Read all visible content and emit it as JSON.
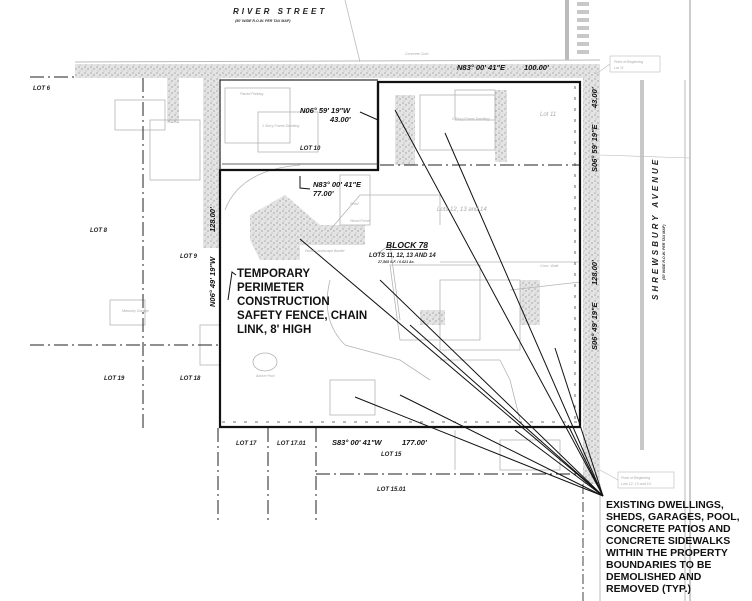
{
  "streets": {
    "river": {
      "name": "RIVER STREET",
      "sub": "(50' WIDE R.O.W. PER TAX MAP)"
    },
    "shrewsbury": {
      "name": "SHREWSBURY AVENUE",
      "sub": "(50' WIDE R.O.W. PER TAX MAP)"
    }
  },
  "lots": {
    "lot6": "LOT 6",
    "lot8": "LOT 8",
    "lot9": "LOT 9",
    "lot10": "LOT 10",
    "lot11": "Lot 11",
    "lot19": "LOT 19",
    "lot18": "LOT 18",
    "lot17": "LOT 17",
    "lot1701": "LOT 17.01",
    "lot15": "LOT 15",
    "lot1501": "LOT 15.01",
    "lots121314": "Lots 12, 13 and 14"
  },
  "bearings": {
    "north_top": {
      "bearing": "N83° 00' 41\"E",
      "distance": "100.00'"
    },
    "lot10_side": {
      "bearing": "N06° 59' 19\"W",
      "distance": "43.00'"
    },
    "lot10_bottom": {
      "bearing": "N83° 00' 41\"E",
      "distance": "77.00'"
    },
    "east_upper": {
      "bearing": "S06° 59' 19\"E",
      "distance": "43.00'"
    },
    "west": {
      "bearing": "N06° 49' 19\"W",
      "distance": "128.00'"
    },
    "east_lower": {
      "bearing": "S06° 49' 19\"E",
      "distance": "128.00'"
    },
    "south": {
      "bearing": "S83° 00' 41\"W",
      "distance": "177.00'"
    }
  },
  "block": {
    "title": "BLOCK 78",
    "lots": "LOTS 11, 12, 13 AND 14",
    "area": "27,565 S.F. / 0.621 Ac."
  },
  "points_of_beginning": {
    "lot11": [
      "Point of Beginning",
      "Lot 11"
    ],
    "lots121314": [
      "Point of Beginning",
      "Lots 12, 13 and 14"
    ]
  },
  "features": {
    "concrete_curb": "Concrete Curb",
    "paved_parking": "Paved Parking",
    "frame_dwelling_2": "2 Story Frame Dwelling",
    "frame_dwelling_1": "1 Story Frame Dwelling",
    "wood_fence": "Wood Fence",
    "shed": "Shed",
    "pool": "Above Pool",
    "masonry_garage": "Masonry Garage",
    "wood_landscape": "Wood Landscape Border",
    "conc_walk": "Conc. Walk"
  },
  "notes": {
    "fence": [
      "TEMPORARY",
      "PERIMETER",
      "CONSTRUCTION",
      "SAFETY FENCE, CHAIN",
      "LINK, 8' HIGH"
    ],
    "demolish": [
      "EXISTING DWELLINGS,",
      "SHEDS, GARAGES, POOL,",
      "CONCRETE PATIOS AND",
      "CONCRETE SIDEWALKS",
      "WITHIN THE PROPERTY",
      "BOUNDARIES TO BE",
      "DEMOLISHED AND",
      "REMOVED  (TYP.)"
    ]
  }
}
